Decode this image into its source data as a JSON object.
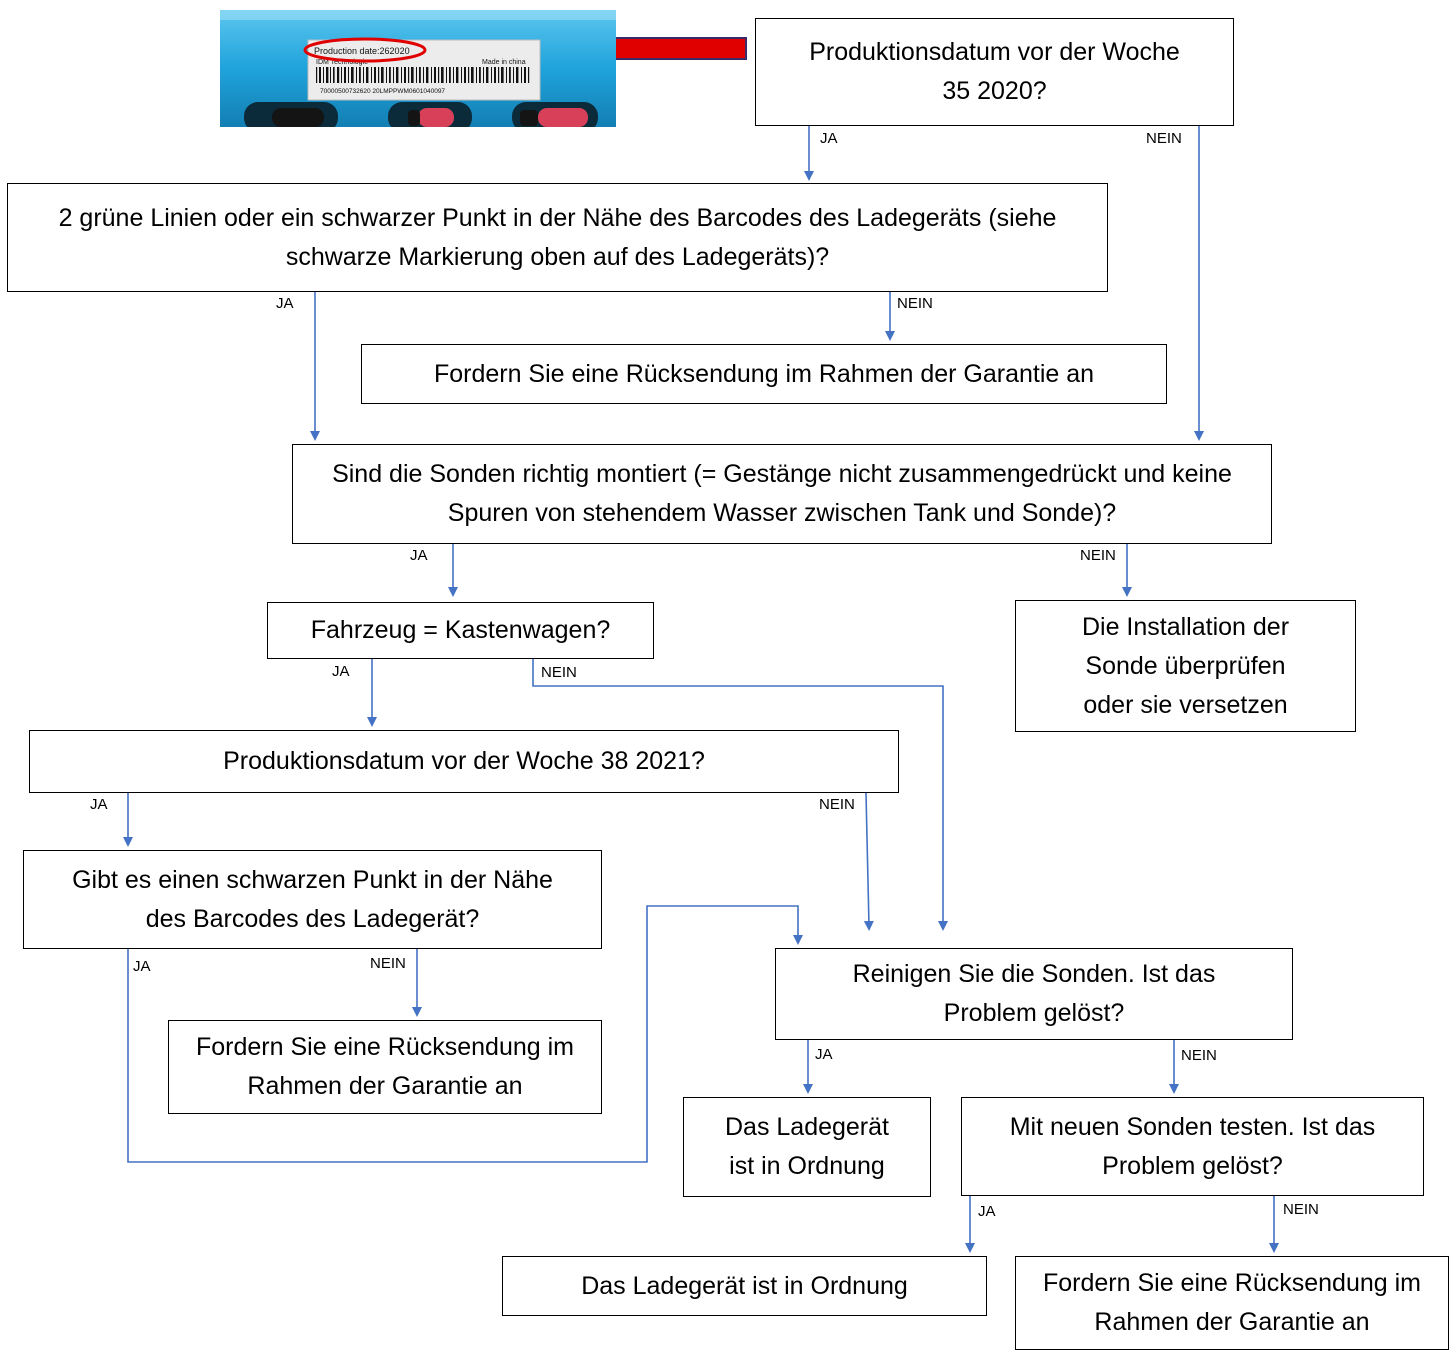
{
  "photo": {
    "sticker_line1": "Production date:262020",
    "sticker_line2": "IDM Technologie",
    "sticker_made": "Made in china",
    "sticker_serial": "70000500732620 20LMPPWM0601040097"
  },
  "nodes": {
    "q_prod_2020": "Produktionsdatum vor der Woche 35 2020?",
    "q_green_lines": "2 grüne Linien oder ein schwarzer Punkt in der Nähe des Barcodes des Ladegeräts (siehe schwarze Markierung oben auf des Ladegeräts)?",
    "return_1": "Fordern Sie eine Rücksendung im Rahmen der Garantie an",
    "q_probes": "Sind die Sonden richtig montiert (= Gestänge nicht zusammengedrückt und keine Spuren von stehendem Wasser zwischen Tank und Sonde)?",
    "check_install": "Die Installation der Sonde überprüfen oder sie versetzen",
    "q_van": "Fahrzeug = Kastenwagen?",
    "q_prod_2021": "Produktionsdatum vor der Woche 38 2021?",
    "q_black_dot": "Gibt es einen schwarzen Punkt in der Nähe des Barcodes des Ladegerät?",
    "return_2": "Fordern Sie eine Rücksendung im Rahmen der Garantie an",
    "q_clean": "Reinigen Sie die Sonden. Ist das Problem gelöst?",
    "ok_1": "Das Ladegerät ist in Ordnung",
    "q_new_probes": "Mit neuen Sonden testen. Ist das Problem gelöst?",
    "ok_2": "Das Ladegerät ist in Ordnung",
    "return_3": "Fordern Sie eine Rücksendung im Rahmen der Garantie an"
  },
  "labels": {
    "yes": "JA",
    "no": "NEIN"
  },
  "colors": {
    "connector": "#4472C4",
    "arrow_red": "#E00000",
    "photo_bg": "#1FA3DB"
  }
}
